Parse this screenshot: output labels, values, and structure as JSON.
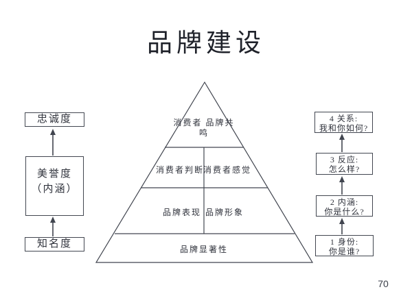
{
  "slide": {
    "title": "品牌建设",
    "page_number": "70"
  },
  "left_ladder": {
    "top_box": "忠诚度",
    "middle_box": {
      "line1": "美誉度",
      "line2": "（内涵）"
    },
    "bottom_box": "知名度"
  },
  "pyramid": {
    "apex": {
      "line1": "消费者",
      "line2": "品牌共鸣"
    },
    "level2": {
      "left": "消费者判断",
      "right": "消费者感觉"
    },
    "level3": {
      "left": "品牌表现",
      "right": "品牌形象"
    },
    "base": "品牌显著性"
  },
  "right_ladder": {
    "boxes": [
      {
        "line1": "4 关系:",
        "line2": "我和你如何?"
      },
      {
        "line1": "3 反应:",
        "line2": "怎么样?"
      },
      {
        "line1": "2 内涵:",
        "line2": "你是什么?"
      },
      {
        "line1": "1 身份:",
        "line2": "你是谁?"
      }
    ]
  },
  "colors": {
    "background": "#ffffff",
    "line": "#41454f",
    "text": "#30333c"
  }
}
